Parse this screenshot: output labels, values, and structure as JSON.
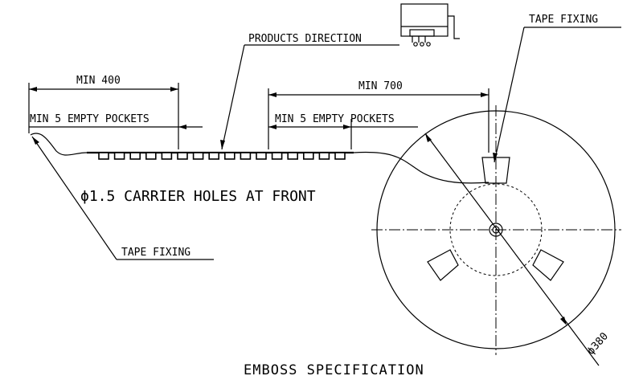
{
  "labels": {
    "products_direction": "PRODUCTS DIRECTION",
    "tape_fixing_top": "TAPE FIXING",
    "tape_fixing_bottom": "TAPE FIXING",
    "min_400": "MIN 400",
    "min_700": "MIN 700",
    "empty_pockets_left": "MIN 5 EMPTY POCKETS",
    "empty_pockets_right": "MIN 5 EMPTY POCKETS",
    "carrier_holes": "ϕ1.5 CARRIER HOLES AT FRONT",
    "reel_diameter": "ϕ380",
    "title": "EMBOSS  SPECIFICATION"
  },
  "pocket_count": 16
}
